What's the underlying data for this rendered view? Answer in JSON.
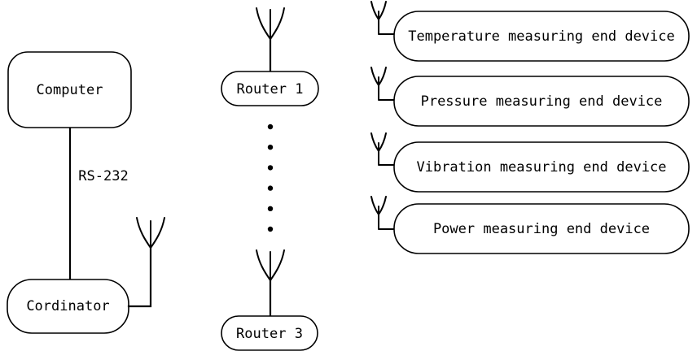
{
  "nodes": {
    "computer": "Computer",
    "coordinator": "Cordinator",
    "router_1": "Router 1",
    "router_3": "Router 3"
  },
  "link_label": "RS-232",
  "end_devices": [
    "Temperature measuring end device",
    "Pressure measuring end device",
    "Vibration measuring end device",
    "Power measuring end device"
  ],
  "router_ellipsis_dot_count": 6
}
